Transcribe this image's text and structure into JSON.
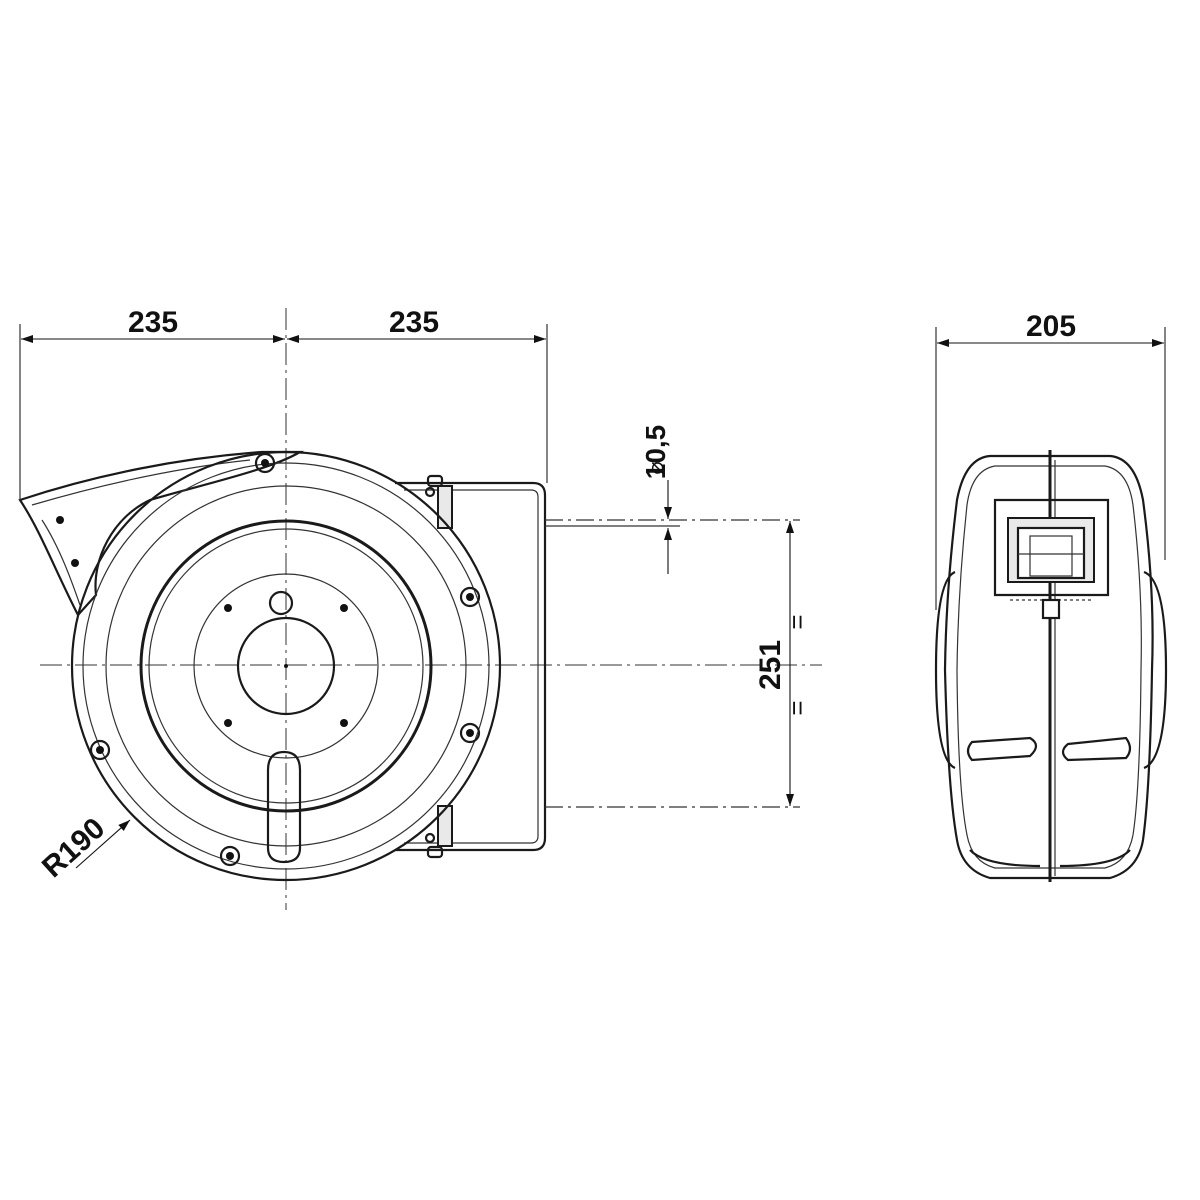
{
  "dimensions": {
    "width_left": "235",
    "width_right": "235",
    "side_depth": "205",
    "hole_diameter": "10,5",
    "diameter_symbol": "⌀",
    "mount_spacing": "251",
    "equal_mark": "=",
    "radius": "R190"
  }
}
